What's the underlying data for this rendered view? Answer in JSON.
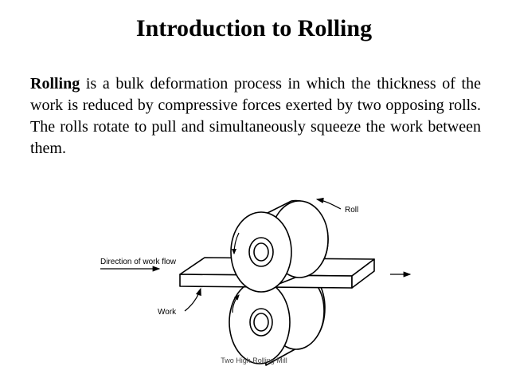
{
  "slide": {
    "title": "Introduction to Rolling",
    "paragraph": {
      "term": "Rolling",
      "text": " is a bulk deformation process in which the thickness of the work is reduced by compressive forces exerted by two opposing rolls. The rolls rotate to pull and simultaneously squeeze the work between them."
    }
  },
  "diagram": {
    "labels": {
      "roll": "Roll",
      "direction": "Direction of work flow",
      "work": "Work"
    },
    "caption": "Two High Rolling Mill"
  }
}
